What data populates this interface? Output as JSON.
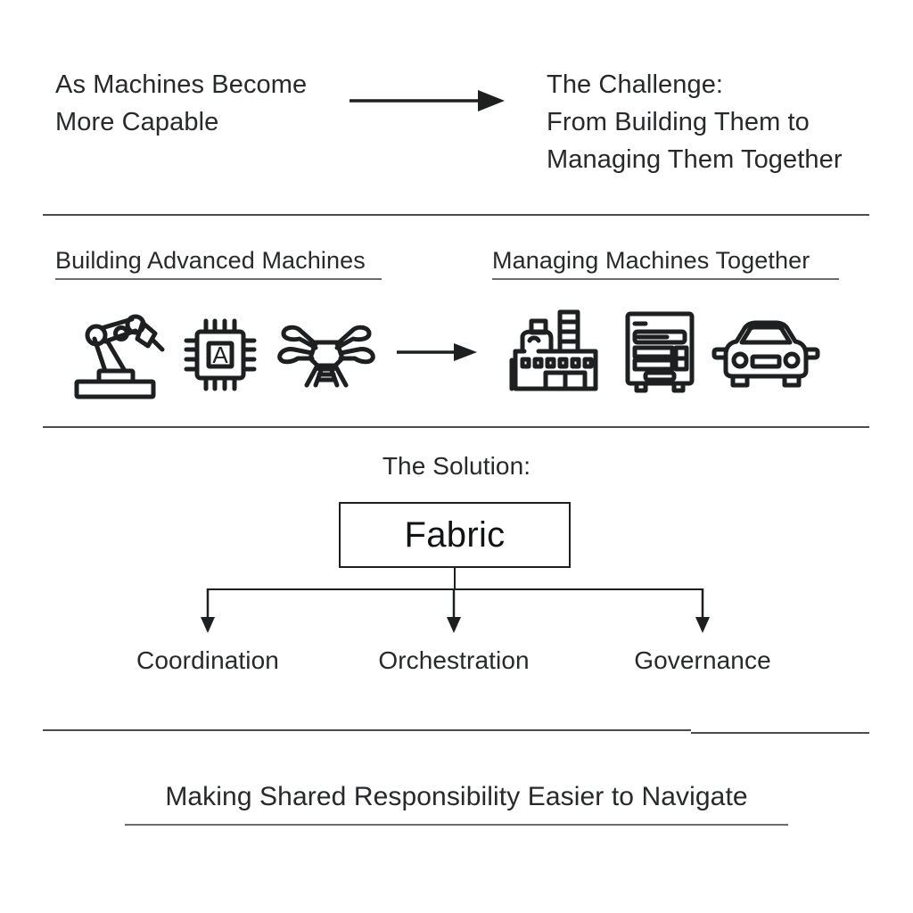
{
  "header": {
    "left_text": "As Machines Become\nMore Capable",
    "arrow": "arrow-right",
    "right_text": "The Challenge:\nFrom Building Them to\nManaging Them Together"
  },
  "middle": {
    "left_heading": "Building Advanced Machines",
    "right_heading": "Managing Machines Together",
    "arrow": "arrow-right",
    "left_icons": [
      {
        "name": "robot-arm-icon",
        "label": "robot arm"
      },
      {
        "name": "cpu-chip-icon",
        "label": "AI chip",
        "chip_letter": "A"
      },
      {
        "name": "drone-icon",
        "label": "drone"
      }
    ],
    "right_icons": [
      {
        "name": "factory-icon",
        "label": "factory"
      },
      {
        "name": "server-rack-icon",
        "label": "server"
      },
      {
        "name": "car-icon",
        "label": "car"
      }
    ]
  },
  "solution": {
    "label": "The Solution:",
    "box_text": "Fabric",
    "branches": [
      "Coordination",
      "Orchestration",
      "Governance"
    ]
  },
  "footer": {
    "text": "Making Shared Responsibility Easier to Navigate"
  },
  "colors": {
    "ink": "#1d1f21",
    "text": "#27292b",
    "rule": "#4a4c4e",
    "background": "#ffffff"
  }
}
